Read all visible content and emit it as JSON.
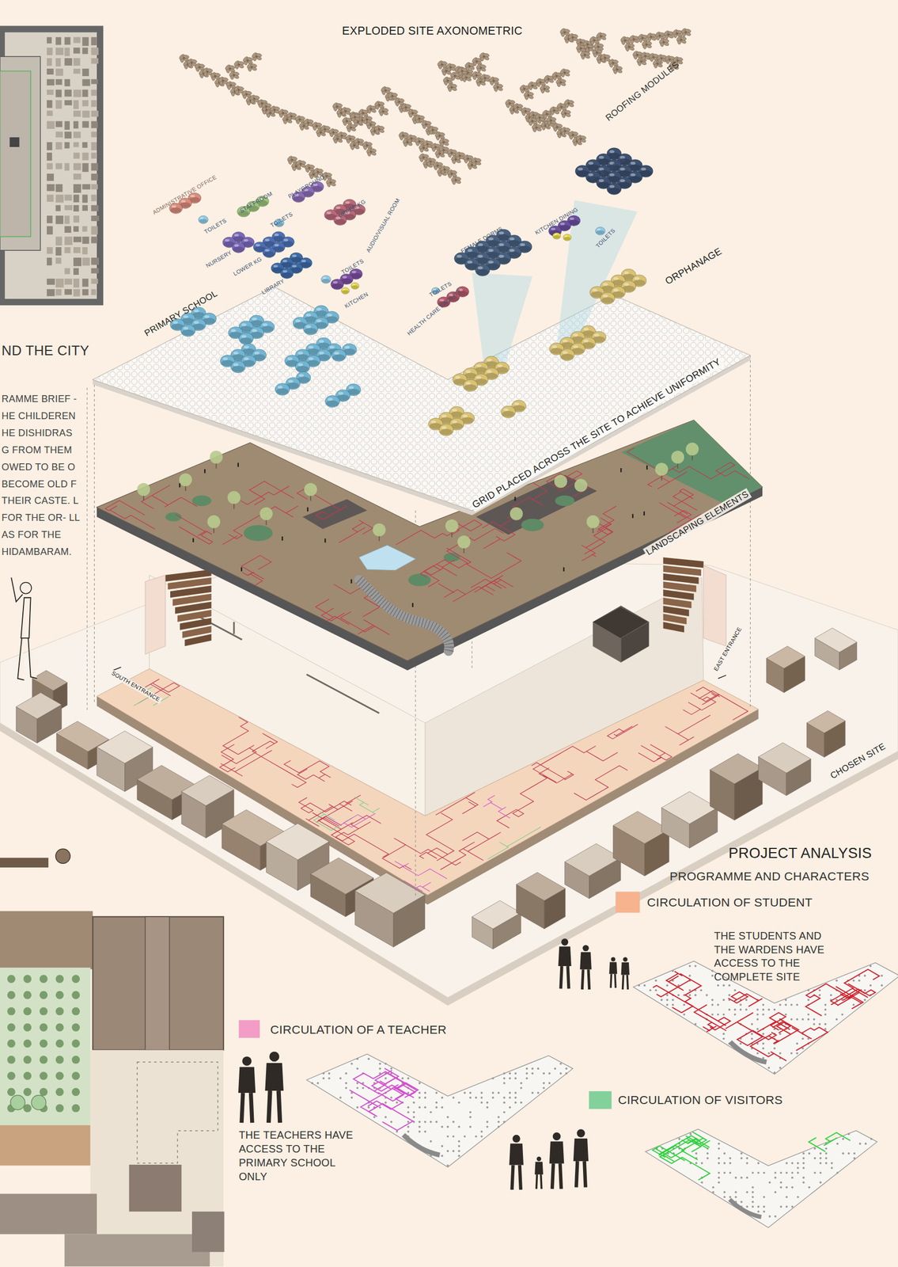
{
  "diagram": {
    "title": "EXPLODED SITE AXONOMETRIC",
    "labels": [
      "ROOFING MODULES",
      "ADMINISTRATIVE OFFICE",
      "TOILETS",
      "STAFFROOM",
      "PLAYGROUND",
      "TOILETS",
      "UPPER KG",
      "NURSERY",
      "LOWER KG",
      "LIBRARY",
      "AUDIO/VISUAL ROOM",
      "TOILETS",
      "KITCHEN",
      "PRIMARY SCHOOL",
      "MALE DORMS",
      "KITCHEN DINING",
      "TOILETS",
      "FEMALE DORMS",
      "TOILETS",
      "HEALTH CARE FACILITY",
      "ORPHANAGE",
      "GRID PLACED ACROSS THE SITE TO ACHIEVE UNIFORMITY",
      "LANDSCAPING ELEMENTS",
      "SOUTH ENTRANCE",
      "EAST ENTRANCE",
      "CHOSEN SITE",
      "ND THE CITY",
      "RAMME BRIEF - HE CHILDEREN HE DISHIDRAS G FROM THEM OWED TO BE O BECOME OLD F THEIR CASTE. L FOR THE OR- LL AS FOR THE HIDAMBARAM.",
      "PROJECT ANALYSIS",
      "PROGRAMME AND CHARACTERS",
      "THE STUDENTS AND THE WARDENS HAVE ACCESS TO THE COMPLETE SITE",
      "THE TEACHERS HAVE ACCESS TO THE PRIMARY SCHOOL ONLY"
    ],
    "legend": [
      {
        "text": "CIRCULATION OF STUDENT",
        "color": "#f6b38e"
      },
      {
        "text": "CIRCULATION OF A TEACHER",
        "color": "#f29cc6"
      },
      {
        "text": "CIRCULATION OF VISITORS",
        "color": "#82d19b"
      }
    ]
  }
}
